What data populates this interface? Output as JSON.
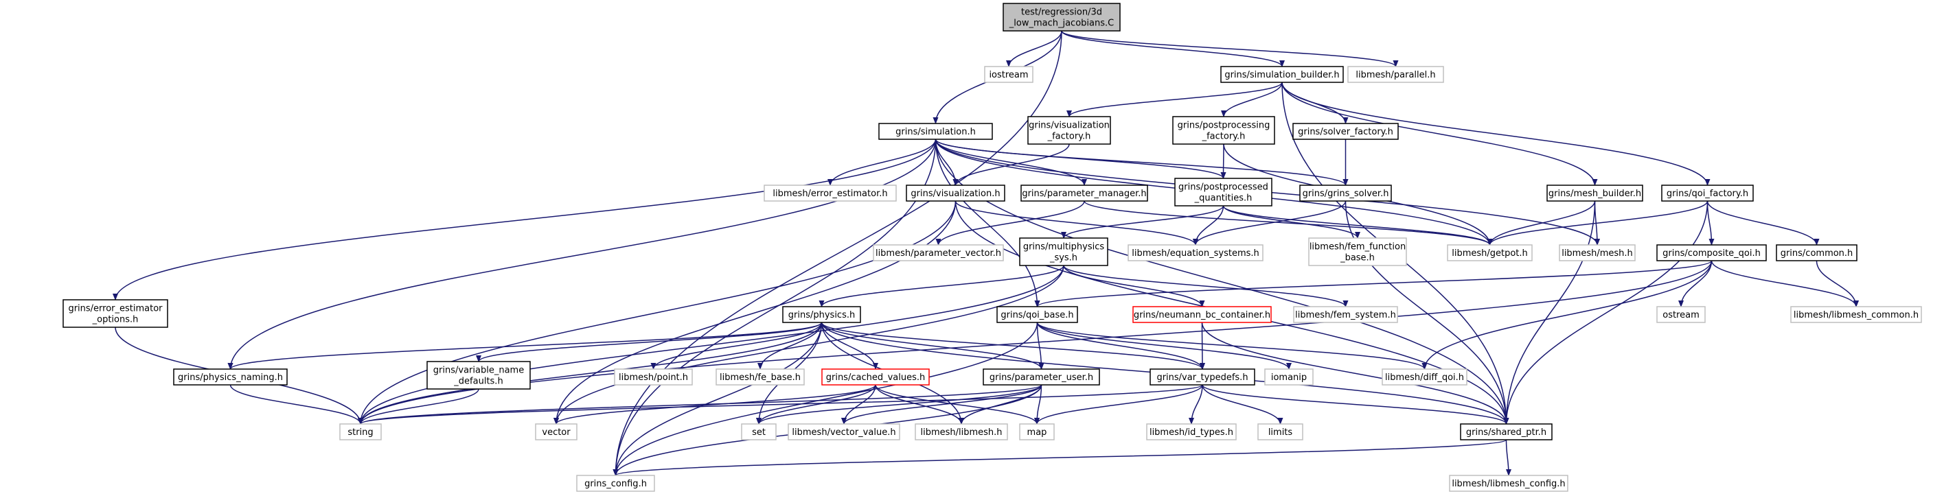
{
  "colors": {
    "edge": "#191970",
    "box_border_dark": "#000000",
    "box_border_light": "#bfbfbf",
    "box_border_red": "#ff0000",
    "box_fill_root": "#bfbfbf",
    "box_fill": "#ffffff",
    "text": "#000000"
  },
  "nodes": [
    {
      "id": "root",
      "lines": [
        "test/regression/3d",
        "_low_mach_jacobians.C"
      ],
      "style": "root"
    },
    {
      "id": "iostream",
      "lines": [
        "iostream"
      ],
      "style": "light"
    },
    {
      "id": "sim_builder",
      "lines": [
        "grins/simulation_builder.h"
      ],
      "style": "dark"
    },
    {
      "id": "parallel",
      "lines": [
        "libmesh/parallel.h"
      ],
      "style": "light"
    },
    {
      "id": "simulation",
      "lines": [
        "grins/simulation.h"
      ],
      "style": "dark"
    },
    {
      "id": "vis_factory",
      "lines": [
        "grins/visualization",
        "_factory.h"
      ],
      "style": "dark"
    },
    {
      "id": "pp_factory",
      "lines": [
        "grins/postprocessing",
        "_factory.h"
      ],
      "style": "dark"
    },
    {
      "id": "solver_factory",
      "lines": [
        "grins/solver_factory.h"
      ],
      "style": "dark"
    },
    {
      "id": "error_est",
      "lines": [
        "libmesh/error_estimator.h"
      ],
      "style": "light"
    },
    {
      "id": "visualization",
      "lines": [
        "grins/visualization.h"
      ],
      "style": "dark"
    },
    {
      "id": "param_manager",
      "lines": [
        "grins/parameter_manager.h"
      ],
      "style": "dark"
    },
    {
      "id": "pp_quantities",
      "lines": [
        "grins/postprocessed",
        "_quantities.h"
      ],
      "style": "dark"
    },
    {
      "id": "grins_solver",
      "lines": [
        "grins/grins_solver.h"
      ],
      "style": "dark"
    },
    {
      "id": "mesh_builder",
      "lines": [
        "grins/mesh_builder.h"
      ],
      "style": "dark"
    },
    {
      "id": "qoi_factory",
      "lines": [
        "grins/qoi_factory.h"
      ],
      "style": "dark"
    },
    {
      "id": "param_vector",
      "lines": [
        "libmesh/parameter_vector.h"
      ],
      "style": "light"
    },
    {
      "id": "multiphysics",
      "lines": [
        "grins/multiphysics",
        "_sys.h"
      ],
      "style": "dark"
    },
    {
      "id": "equation_systems",
      "lines": [
        "libmesh/equation_systems.h"
      ],
      "style": "light"
    },
    {
      "id": "fem_function",
      "lines": [
        "libmesh/fem_function",
        "_base.h"
      ],
      "style": "light"
    },
    {
      "id": "getpot",
      "lines": [
        "libmesh/getpot.h"
      ],
      "style": "light"
    },
    {
      "id": "mesh",
      "lines": [
        "libmesh/mesh.h"
      ],
      "style": "light"
    },
    {
      "id": "composite_qoi",
      "lines": [
        "grins/composite_qoi.h"
      ],
      "style": "dark"
    },
    {
      "id": "common",
      "lines": [
        "grins/common.h"
      ],
      "style": "dark"
    },
    {
      "id": "error_est_opts",
      "lines": [
        "grins/error_estimator",
        "_options.h"
      ],
      "style": "dark"
    },
    {
      "id": "physics",
      "lines": [
        "grins/physics.h"
      ],
      "style": "dark"
    },
    {
      "id": "qoi_base",
      "lines": [
        "grins/qoi_base.h"
      ],
      "style": "dark"
    },
    {
      "id": "neumann",
      "lines": [
        "grins/neumann_bc_container.h"
      ],
      "style": "red"
    },
    {
      "id": "fem_system",
      "lines": [
        "libmesh/fem_system.h"
      ],
      "style": "light"
    },
    {
      "id": "ostream",
      "lines": [
        "ostream"
      ],
      "style": "light"
    },
    {
      "id": "libmesh_common",
      "lines": [
        "libmesh/libmesh_common.h"
      ],
      "style": "light"
    },
    {
      "id": "physics_naming",
      "lines": [
        "grins/physics_naming.h"
      ],
      "style": "dark"
    },
    {
      "id": "var_name_defaults",
      "lines": [
        "grins/variable_name",
        "_defaults.h"
      ],
      "style": "dark"
    },
    {
      "id": "point",
      "lines": [
        "libmesh/point.h"
      ],
      "style": "light"
    },
    {
      "id": "fe_base",
      "lines": [
        "libmesh/fe_base.h"
      ],
      "style": "light"
    },
    {
      "id": "cached_values",
      "lines": [
        "grins/cached_values.h"
      ],
      "style": "red"
    },
    {
      "id": "param_user",
      "lines": [
        "grins/parameter_user.h"
      ],
      "style": "dark"
    },
    {
      "id": "var_typedefs",
      "lines": [
        "grins/var_typedefs.h"
      ],
      "style": "dark"
    },
    {
      "id": "iomanip",
      "lines": [
        "iomanip"
      ],
      "style": "light"
    },
    {
      "id": "diff_qoi",
      "lines": [
        "libmesh/diff_qoi.h"
      ],
      "style": "light"
    },
    {
      "id": "string",
      "lines": [
        "string"
      ],
      "style": "light"
    },
    {
      "id": "vector",
      "lines": [
        "vector"
      ],
      "style": "light"
    },
    {
      "id": "set",
      "lines": [
        "set"
      ],
      "style": "light"
    },
    {
      "id": "vector_value",
      "lines": [
        "libmesh/vector_value.h"
      ],
      "style": "light"
    },
    {
      "id": "libmesh_h",
      "lines": [
        "libmesh/libmesh.h"
      ],
      "style": "light"
    },
    {
      "id": "map",
      "lines": [
        "map"
      ],
      "style": "light"
    },
    {
      "id": "id_types",
      "lines": [
        "libmesh/id_types.h"
      ],
      "style": "light"
    },
    {
      "id": "limits",
      "lines": [
        "limits"
      ],
      "style": "light"
    },
    {
      "id": "shared_ptr",
      "lines": [
        "grins/shared_ptr.h"
      ],
      "style": "dark"
    },
    {
      "id": "grins_config",
      "lines": [
        "grins_config.h"
      ],
      "style": "light"
    },
    {
      "id": "libmesh_config",
      "lines": [
        "libmesh/libmesh_config.h"
      ],
      "style": "light"
    }
  ],
  "edges": [
    [
      "root",
      "iostream"
    ],
    [
      "root",
      "sim_builder"
    ],
    [
      "root",
      "parallel"
    ],
    [
      "root",
      "simulation"
    ],
    [
      "root",
      "grins_config"
    ],
    [
      "sim_builder",
      "vis_factory"
    ],
    [
      "sim_builder",
      "pp_factory"
    ],
    [
      "sim_builder",
      "solver_factory"
    ],
    [
      "sim_builder",
      "mesh_builder"
    ],
    [
      "sim_builder",
      "qoi_factory"
    ],
    [
      "sim_builder",
      "shared_ptr"
    ],
    [
      "simulation",
      "error_est"
    ],
    [
      "simulation",
      "visualization"
    ],
    [
      "simulation",
      "param_manager"
    ],
    [
      "simulation",
      "pp_quantities"
    ],
    [
      "simulation",
      "grins_solver"
    ],
    [
      "simulation",
      "getpot"
    ],
    [
      "simulation",
      "mesh"
    ],
    [
      "simulation",
      "error_est_opts"
    ],
    [
      "simulation",
      "physics_naming"
    ],
    [
      "simulation",
      "qoi_base"
    ],
    [
      "simulation",
      "shared_ptr"
    ],
    [
      "simulation",
      "grins_config"
    ],
    [
      "vis_factory",
      "visualization"
    ],
    [
      "pp_factory",
      "pp_quantities"
    ],
    [
      "pp_factory",
      "getpot"
    ],
    [
      "solver_factory",
      "grins_solver"
    ],
    [
      "visualization",
      "equation_systems"
    ],
    [
      "visualization",
      "string"
    ],
    [
      "visualization",
      "vector"
    ],
    [
      "visualization",
      "shared_ptr"
    ],
    [
      "param_manager",
      "param_vector"
    ],
    [
      "param_manager",
      "getpot"
    ],
    [
      "pp_quantities",
      "multiphysics"
    ],
    [
      "pp_quantities",
      "equation_systems"
    ],
    [
      "pp_quantities",
      "fem_function"
    ],
    [
      "pp_quantities",
      "getpot"
    ],
    [
      "grins_solver",
      "equation_systems"
    ],
    [
      "grins_solver",
      "shared_ptr"
    ],
    [
      "mesh_builder",
      "getpot"
    ],
    [
      "mesh_builder",
      "mesh"
    ],
    [
      "mesh_builder",
      "shared_ptr"
    ],
    [
      "qoi_factory",
      "getpot"
    ],
    [
      "qoi_factory",
      "composite_qoi"
    ],
    [
      "qoi_factory",
      "common"
    ],
    [
      "qoi_factory",
      "shared_ptr"
    ],
    [
      "multiphysics",
      "physics"
    ],
    [
      "multiphysics",
      "neumann"
    ],
    [
      "multiphysics",
      "fem_system"
    ],
    [
      "multiphysics",
      "string"
    ],
    [
      "multiphysics",
      "vector"
    ],
    [
      "composite_qoi",
      "qoi_base"
    ],
    [
      "composite_qoi",
      "ostream"
    ],
    [
      "composite_qoi",
      "libmesh_common"
    ],
    [
      "composite_qoi",
      "diff_qoi"
    ],
    [
      "composite_qoi",
      "string"
    ],
    [
      "common",
      "libmesh_common"
    ],
    [
      "error_est_opts",
      "string"
    ],
    [
      "physics",
      "physics_naming"
    ],
    [
      "physics",
      "var_name_defaults"
    ],
    [
      "physics",
      "point"
    ],
    [
      "physics",
      "fe_base"
    ],
    [
      "physics",
      "cached_values"
    ],
    [
      "physics",
      "param_user"
    ],
    [
      "physics",
      "var_typedefs"
    ],
    [
      "physics",
      "string"
    ],
    [
      "physics",
      "set"
    ],
    [
      "physics",
      "libmesh_h"
    ],
    [
      "physics",
      "shared_ptr"
    ],
    [
      "physics",
      "grins_config"
    ],
    [
      "qoi_base",
      "param_user"
    ],
    [
      "qoi_base",
      "var_typedefs"
    ],
    [
      "qoi_base",
      "iomanip"
    ],
    [
      "qoi_base",
      "diff_qoi"
    ],
    [
      "qoi_base",
      "grins_config"
    ],
    [
      "neumann",
      "var_typedefs"
    ],
    [
      "neumann",
      "shared_ptr"
    ],
    [
      "physics_naming",
      "string"
    ],
    [
      "var_name_defaults",
      "string"
    ],
    [
      "cached_values",
      "vector"
    ],
    [
      "cached_values",
      "set"
    ],
    [
      "cached_values",
      "vector_value"
    ],
    [
      "cached_values",
      "libmesh_h"
    ],
    [
      "cached_values",
      "map"
    ],
    [
      "param_user",
      "string"
    ],
    [
      "param_user",
      "set"
    ],
    [
      "param_user",
      "vector_value"
    ],
    [
      "param_user",
      "libmesh_h"
    ],
    [
      "param_user",
      "map"
    ],
    [
      "param_user",
      "grins_config"
    ],
    [
      "var_typedefs",
      "string"
    ],
    [
      "var_typedefs",
      "map"
    ],
    [
      "var_typedefs",
      "id_types"
    ],
    [
      "var_typedefs",
      "limits"
    ],
    [
      "var_typedefs",
      "shared_ptr"
    ],
    [
      "shared_ptr",
      "grins_config"
    ],
    [
      "shared_ptr",
      "libmesh_config"
    ]
  ]
}
